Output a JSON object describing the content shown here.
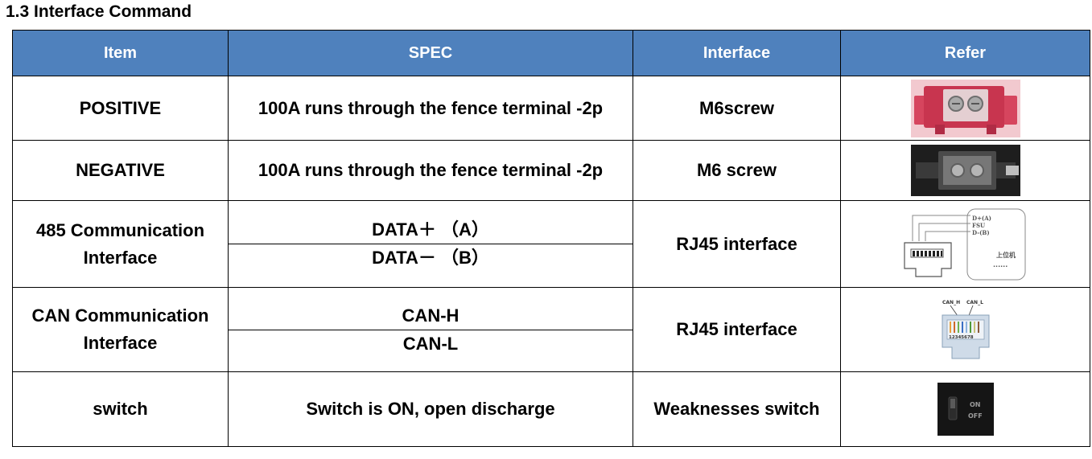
{
  "section_title": "1.3 Interface Command",
  "table": {
    "headers": [
      "Item",
      "SPEC",
      "Interface",
      "Refer"
    ],
    "rows": {
      "positive": {
        "item": "POSITIVE",
        "spec": "100A runs through the fence terminal -2p",
        "interface": "M6screw"
      },
      "negative": {
        "item": "NEGATIVE",
        "spec": "100A runs through the fence terminal -2p",
        "interface": "M6 screw"
      },
      "rs485": {
        "item": "485 Communication Interface",
        "spec_a": "DATA＋ （A）",
        "spec_b": "DATA－ （B）",
        "interface": "RJ45 interface"
      },
      "can": {
        "item": "CAN Communication Interface",
        "spec_h": "CAN-H",
        "spec_l": "CAN-L",
        "interface": "RJ45 interface"
      },
      "switch": {
        "item": "switch",
        "spec": "Switch is ON, open discharge",
        "interface": "Weaknesses switch"
      }
    }
  },
  "refer_images": {
    "rs485_diagram": {
      "label_1": "D+(A)",
      "label_2": "FSU",
      "label_3": "D-(B)",
      "label_4": "上位机",
      "label_5": "......"
    },
    "can_diagram": {
      "label_h": "CAN_H",
      "label_l": "CAN_L",
      "pins": "12345678"
    },
    "switch_photo": {
      "on_label": "ON",
      "off_label": "OFF"
    }
  },
  "colors": {
    "header_bg": "#4f81bd",
    "header_text": "#ffffff",
    "positive_terminal": "#d6455e",
    "negative_terminal": "#2e2e2e"
  }
}
